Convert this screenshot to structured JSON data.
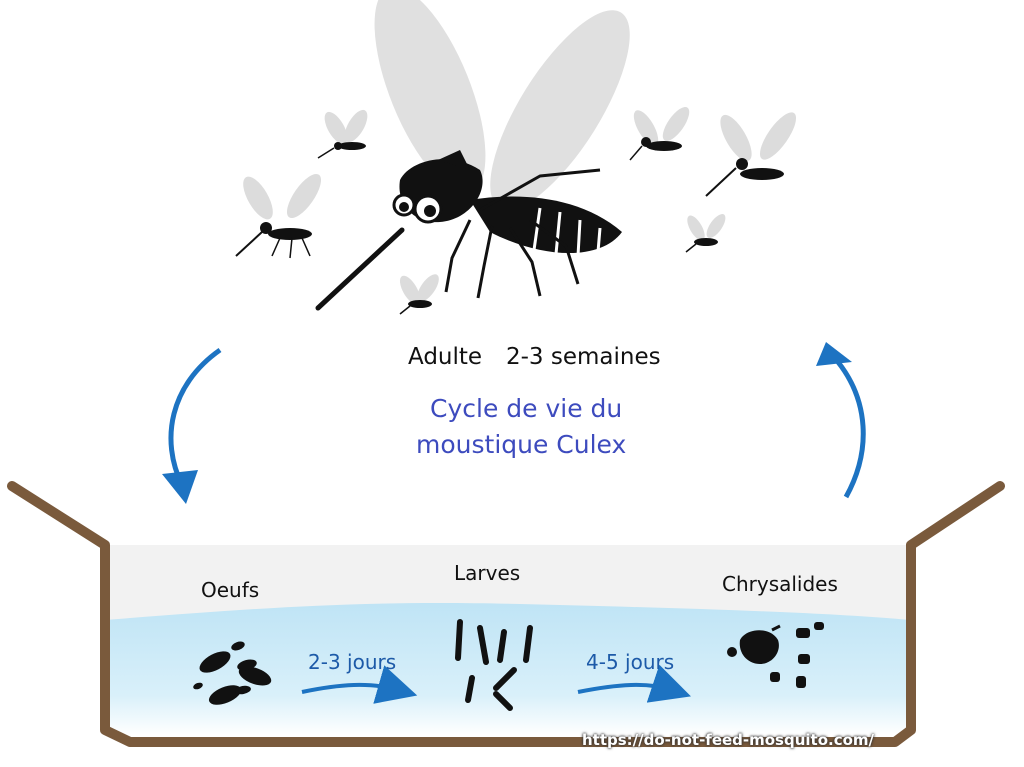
{
  "title": [
    "Cycle de vie du",
    "moustique Culex"
  ],
  "stages": {
    "adult": {
      "label": "Adulte",
      "duration": "2-3 semaines"
    },
    "eggs": {
      "label": "Oeufs"
    },
    "larvae": {
      "label": "Larves"
    },
    "pupae": {
      "label": "Chrysalides"
    }
  },
  "transitions": {
    "eggs_to_larvae": "2-3 jours",
    "larvae_to_pupae": "4-5 jours"
  },
  "source": "https://do-not-feed-mosquito.com/",
  "colors": {
    "title": "#3d4bbe",
    "arrow": "#1d73c2",
    "tank": "#7a5a3c",
    "water": "#bfe4f5",
    "text": "#111111"
  },
  "icons": [
    "mosquito-icon",
    "egg-icon",
    "larva-icon",
    "pupa-icon",
    "cycle-arrow-icon"
  ]
}
